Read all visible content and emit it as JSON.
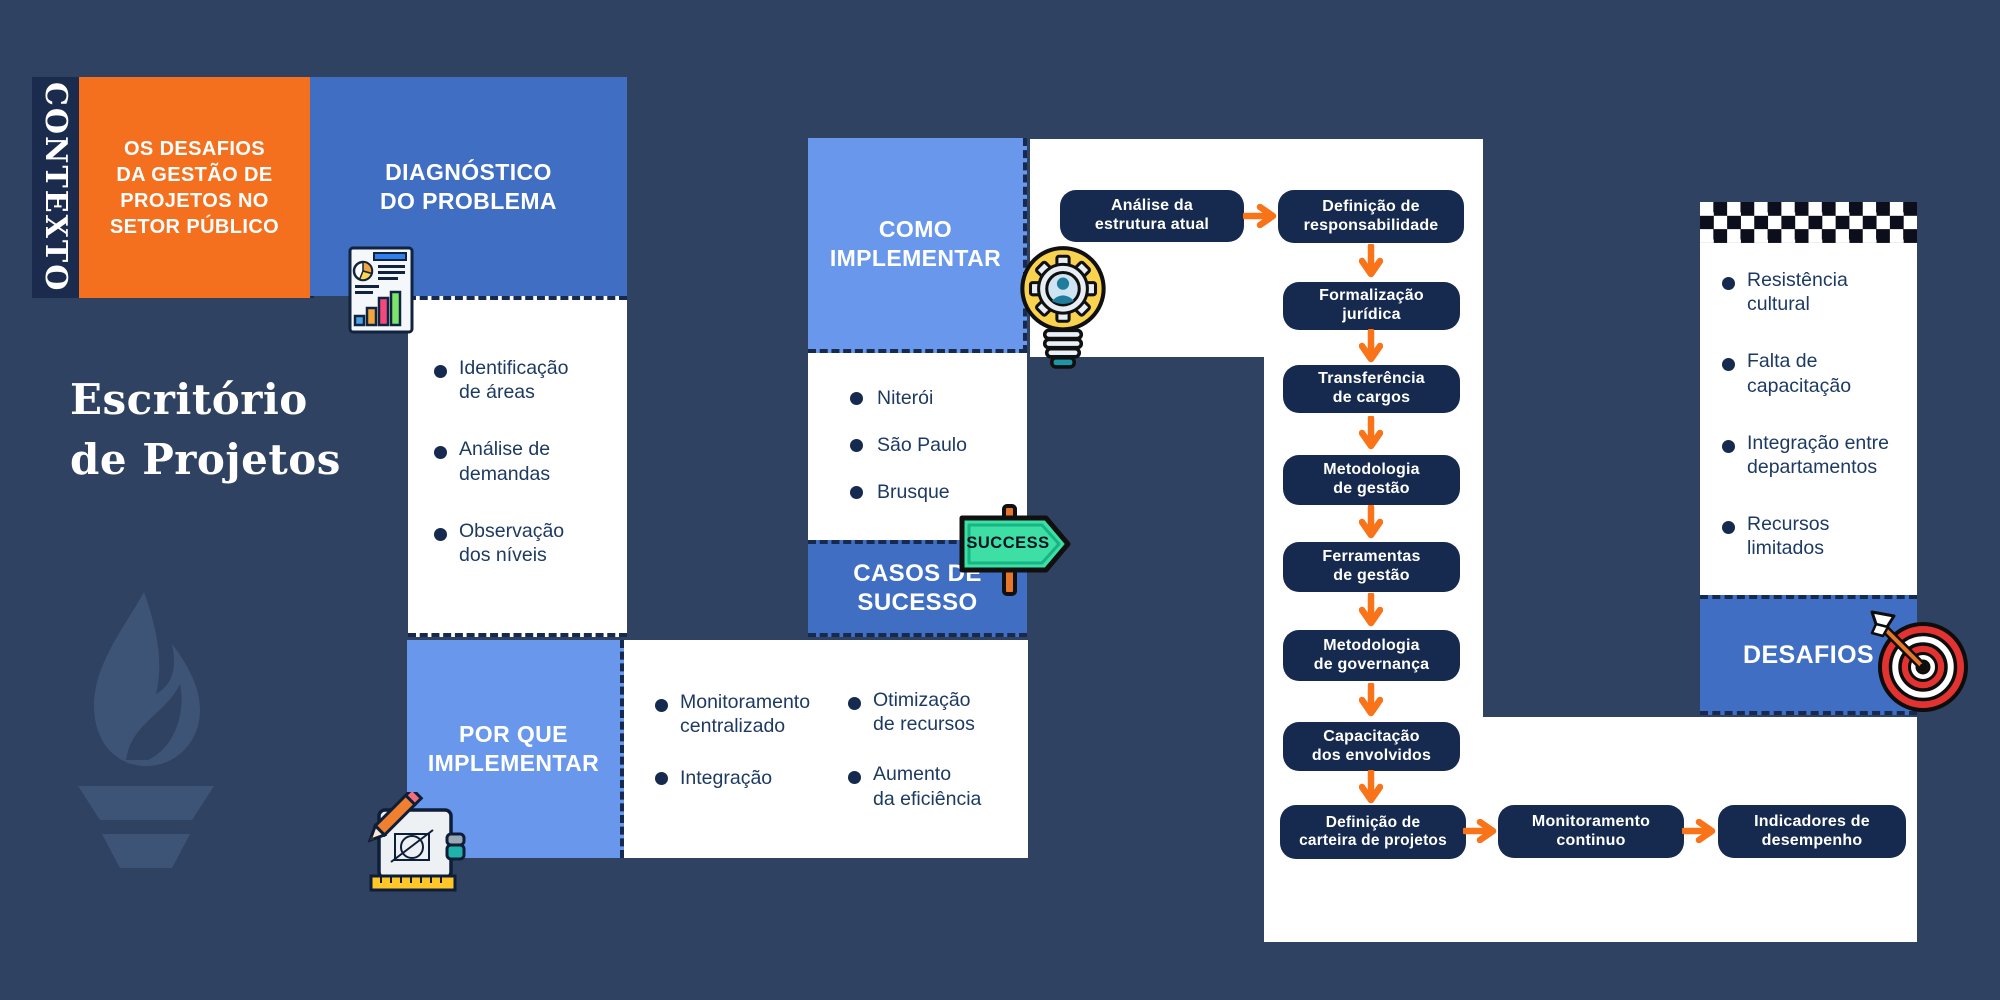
{
  "palette": {
    "background": "#2f4262",
    "navy_dark": "#1b2b4d",
    "node_navy": "#152a4e",
    "orange": "#f4701e",
    "arrow_orange": "#f97318",
    "blue_medium": "#3f6ec2",
    "blue_light": "#6897ec",
    "list_text_navy": "#1d3a63",
    "sign_green": "#3ddfa4",
    "white": "#ffffff"
  },
  "brand": {
    "title": "Escritório\nde Projetos",
    "context_label": "CONTEXTO",
    "challenge_box": "OS DESAFIOS\nDA GESTÃO DE\nPROJETOS NO\nSETOR PÚBLICO"
  },
  "diagnostico": {
    "title": "DIAGNÓSTICO\nDO PROBLEMA",
    "items": [
      "Identificação\nde áreas",
      "Análise de\ndemandas",
      "Observação\ndos níveis"
    ]
  },
  "porque": {
    "title": "POR QUE\nIMPLEMENTAR",
    "items_col1": [
      "Monitoramento\ncentralizado",
      "Integração"
    ],
    "items_col2": [
      "Otimização\nde recursos",
      "Aumento\nda eficiência"
    ]
  },
  "como": {
    "title": "COMO\nIMPLEMENTAR"
  },
  "casos": {
    "title": "CASOS DE\nSUCESSO",
    "items": [
      "Niterói",
      "São Paulo",
      "Brusque"
    ]
  },
  "desafios": {
    "title": "DESAFIOS",
    "items": [
      "Resistência\ncultural",
      "Falta de\ncapacitação",
      "Integração entre\ndepartamentos",
      "Recursos\nlimitados"
    ]
  },
  "flow": {
    "steps": [
      "Análise da\nestrutura atual",
      "Definição de\nresponsabilidade",
      "Formalização\njurídica",
      "Transferência\nde cargos",
      "Metodologia\nde gestão",
      "Ferramentas\nde gestão",
      "Metodologia\nde governança",
      "Capacitação\ndos envolvidos",
      "Definição de\ncarteira de projetos",
      "Monitoramento\ncontinuo",
      "Indicadores de\ndesempenho"
    ]
  },
  "icons": {
    "success_label": "SUCCESS",
    "names": [
      "document-bar-chart-icon",
      "drafting-blueprint-icon",
      "lightbulb-gear-icon",
      "success-signpost-icon",
      "checkered-flag-strip",
      "dartboard-arrow-icon",
      "torch-flame-watermark"
    ]
  }
}
